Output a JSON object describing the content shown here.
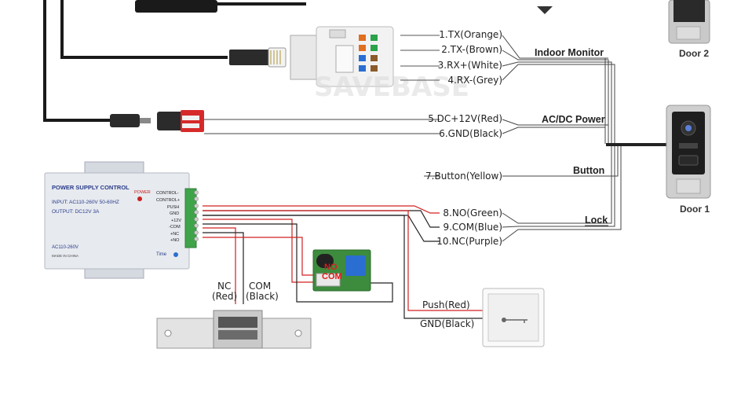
{
  "monitor_wires": [
    {
      "label": "1.TX(Orange)"
    },
    {
      "label": "2.TX-(Brown)"
    },
    {
      "label": "3.RX+(White)"
    },
    {
      "label": "4.RX-(Grey)"
    }
  ],
  "power_wires": [
    {
      "label": "5.DC+12V(Red)"
    },
    {
      "label": "6.GND(Black)"
    }
  ],
  "button_wire": {
    "label": "7.Button(Yellow)"
  },
  "lock_wires": [
    {
      "label": "8.NO(Green)"
    },
    {
      "label": "9.COM(Blue)"
    },
    {
      "label": "10.NC(Purple)"
    }
  ],
  "groups": {
    "indoor_monitor": "Indoor Monitor",
    "ac_dc_power": "AC/DC Power",
    "button": "Button",
    "lock": "Lock"
  },
  "doors": {
    "door1": "Door 1",
    "door2": "Door 2"
  },
  "psu": {
    "title": "POWER SUPPLY CONTROL",
    "input": "INPUT: AC110-260V 50-60HZ",
    "output": "OUTPUT: DC12V 3A",
    "model": "AC110-260V",
    "made_in": "MADE IN CHINA",
    "power_led": "POWER",
    "time_label": "Time",
    "terminals": [
      "CONTROL-",
      "CONTROL+",
      "PUSH",
      "GND",
      "+12V",
      "-COM",
      "+NC",
      "+NO"
    ]
  },
  "relay": {
    "no": "NO",
    "com": "COM"
  },
  "lock_labels": {
    "nc": "NC",
    "nc_color": "(Red)",
    "com": "COM",
    "com_color": "(Black)"
  },
  "exit_button": {
    "push": "Push(Red)",
    "gnd": "GND(Black)"
  },
  "watermark": "SAVEBASE",
  "colors": {
    "red_wire": "#d22020",
    "black_wire": "#222222",
    "terminal_green": "#3fa34a",
    "psu_body": "#e7eaef",
    "psu_text": "#2a3c8a"
  }
}
